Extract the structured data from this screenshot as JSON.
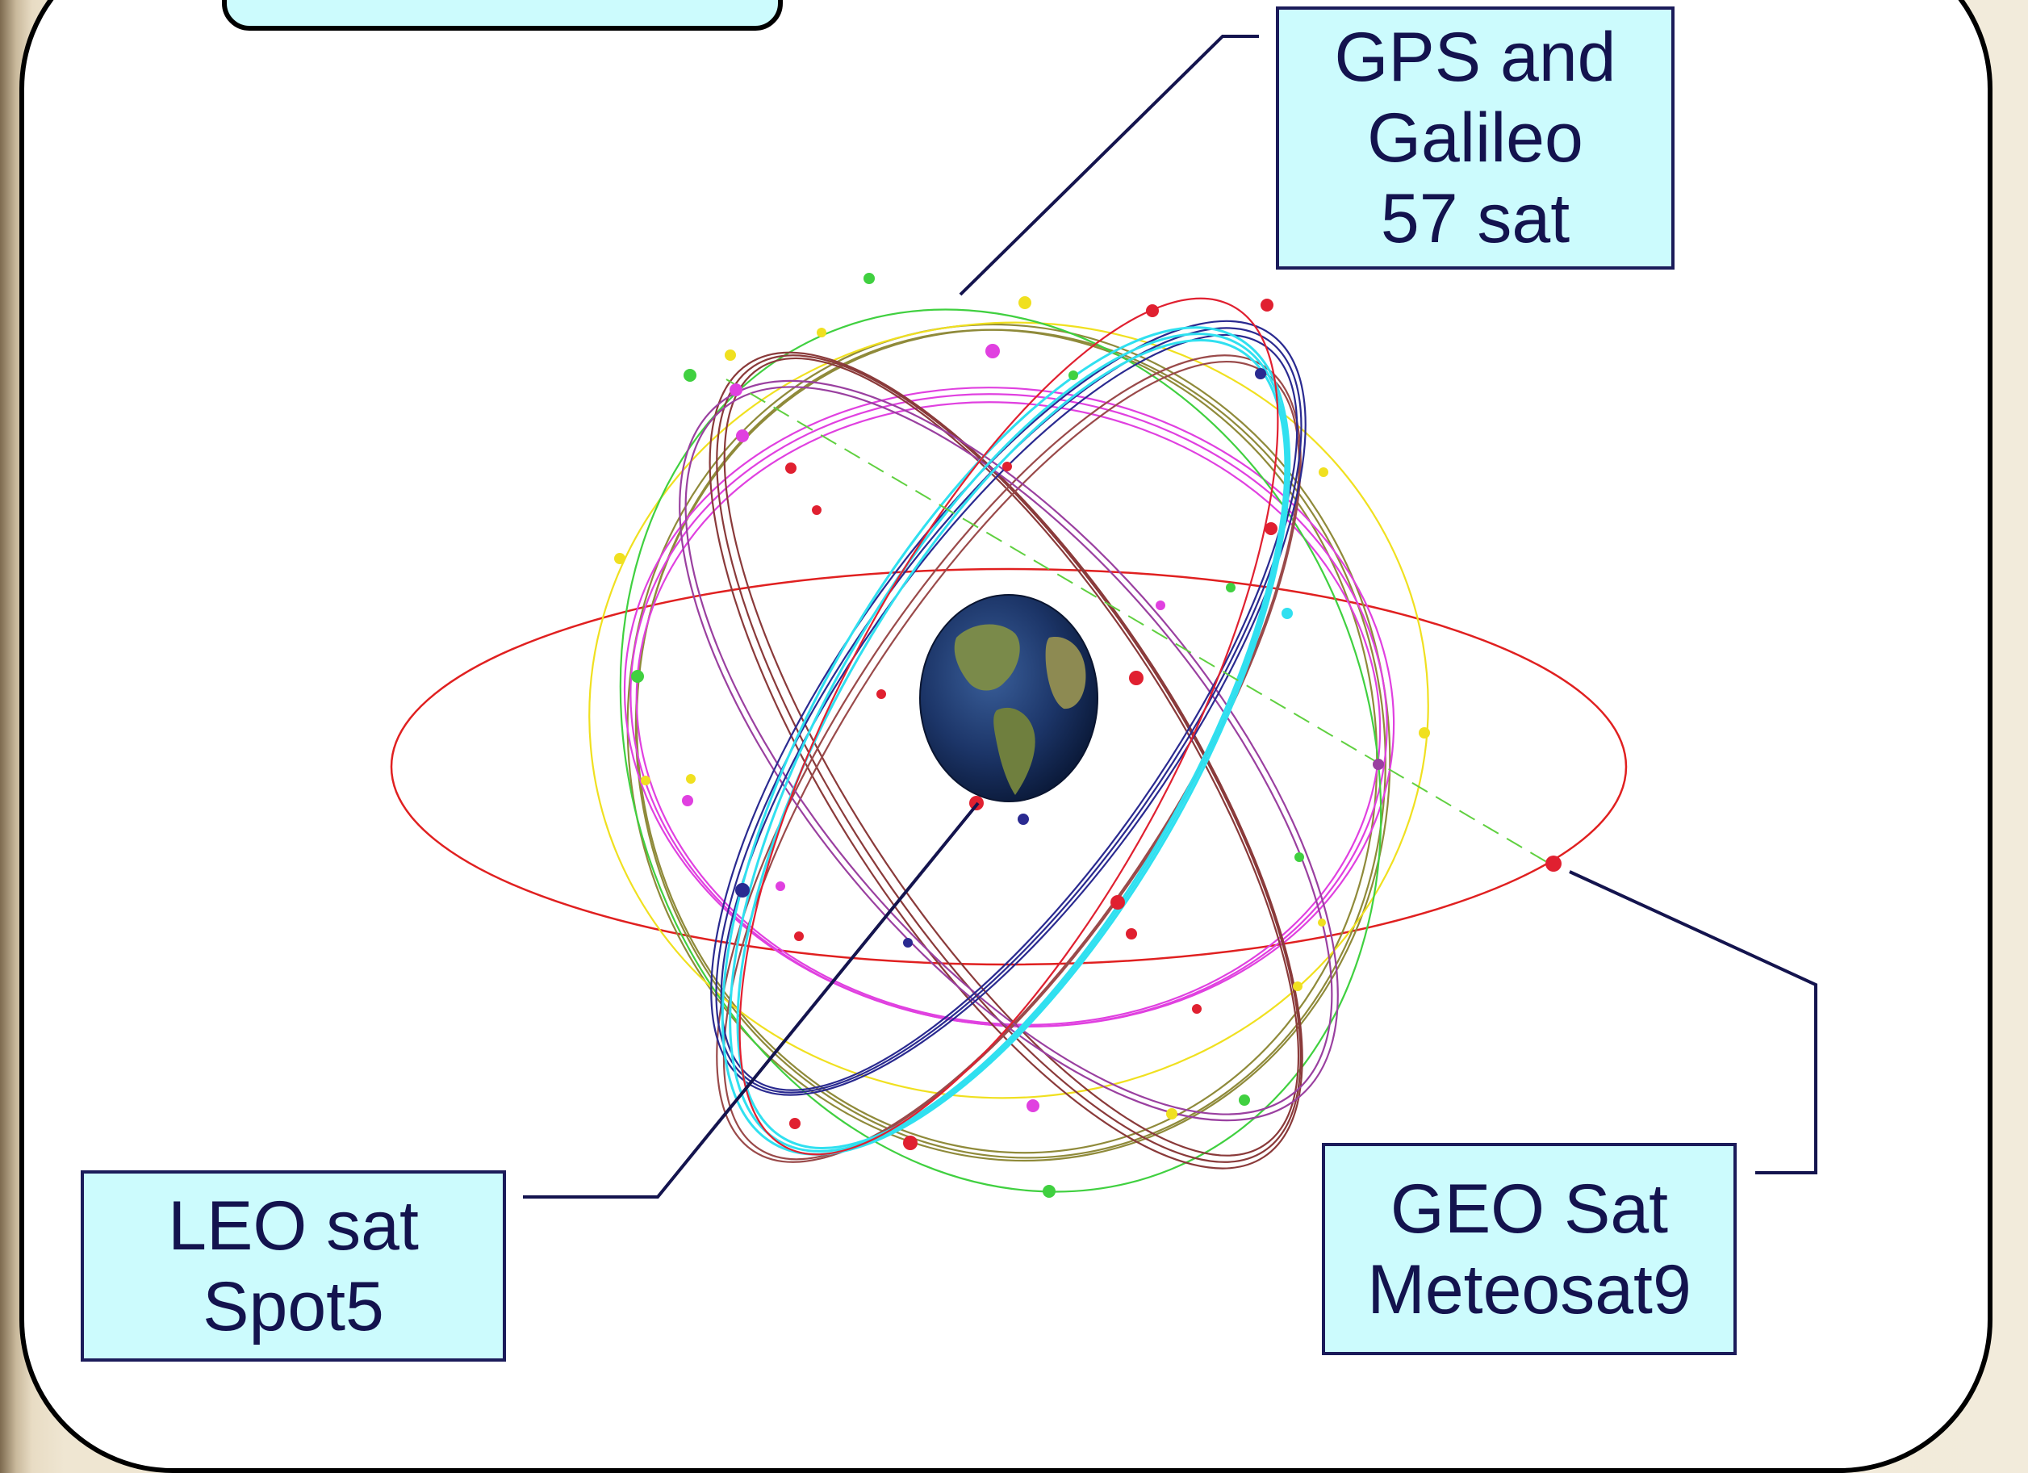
{
  "labels": {
    "gps_galileo": {
      "line1": "GPS  and",
      "line2": "Galileo",
      "line3": "57 sat"
    },
    "leo": {
      "line1": "LEO sat",
      "line2": "Spot5"
    },
    "geo": {
      "line1": "GEO Sat",
      "line2": "Meteosat9"
    }
  },
  "colors": {
    "label_fill": "#ccfbfd",
    "label_border": "#1b1b5a",
    "leader_line": "#14144e",
    "geo_orbit": "#e02020"
  },
  "icons": {
    "earth": "earth-globe-icon"
  }
}
